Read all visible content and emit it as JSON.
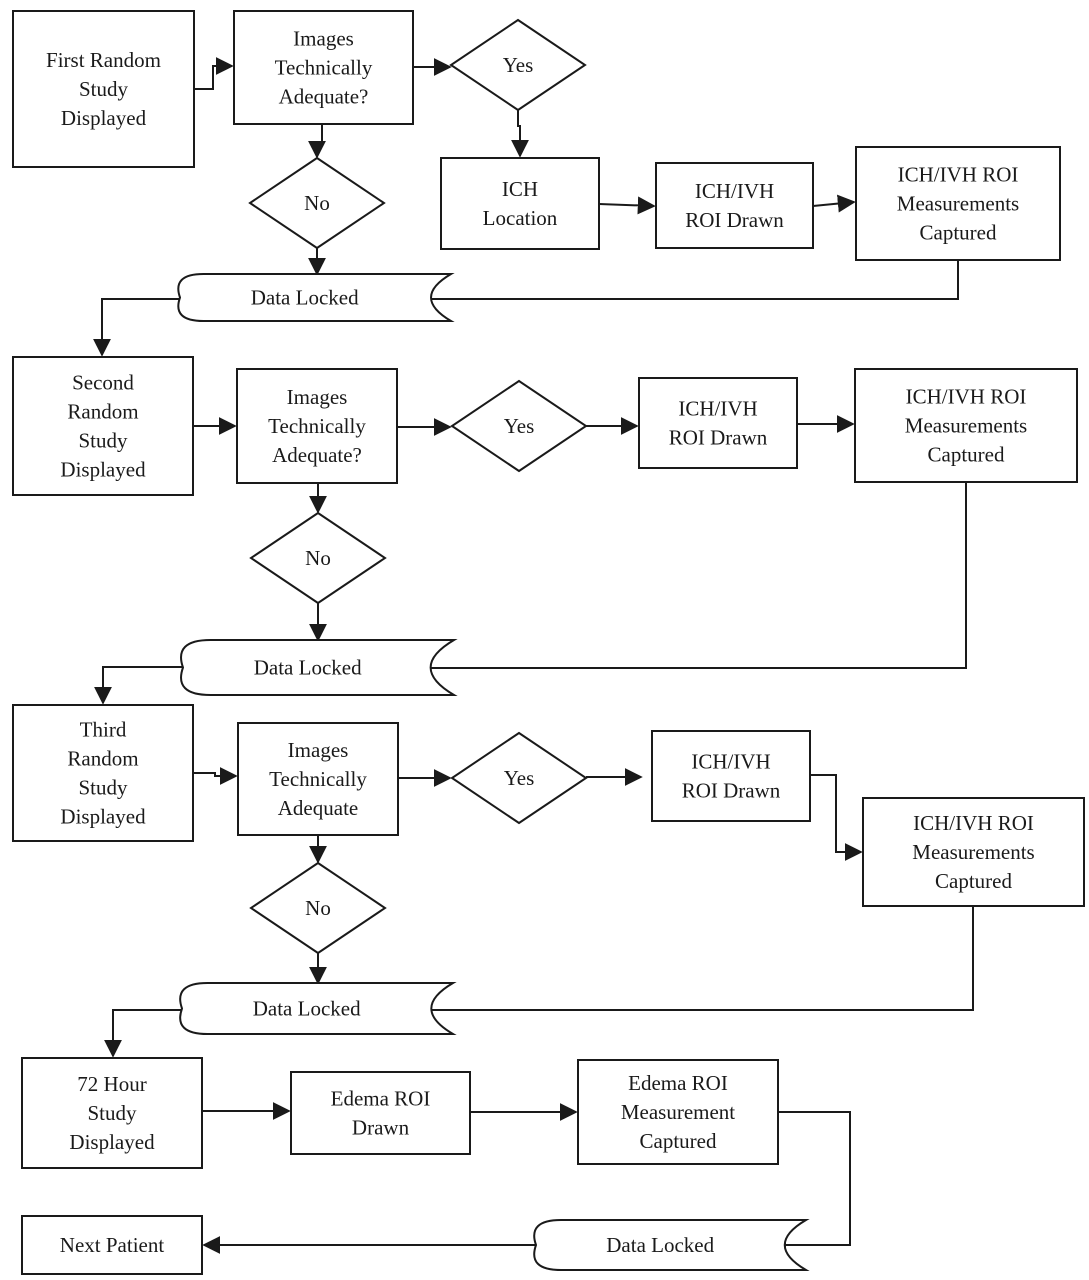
{
  "diagram": {
    "nodes": [
      {
        "id": "s1_study",
        "type": "process",
        "lines": [
          "First Random",
          "Study",
          "Displayed"
        ]
      },
      {
        "id": "s1_adequate",
        "type": "process",
        "lines": [
          "Images",
          "Technically",
          "Adequate?"
        ]
      },
      {
        "id": "s1_yes",
        "type": "decision",
        "lines": [
          "Yes"
        ]
      },
      {
        "id": "s1_no",
        "type": "decision",
        "lines": [
          "No"
        ]
      },
      {
        "id": "s1_location",
        "type": "process",
        "lines": [
          "ICH",
          "Location"
        ]
      },
      {
        "id": "s1_roi",
        "type": "process",
        "lines": [
          "ICH/IVH",
          "ROI Drawn"
        ]
      },
      {
        "id": "s1_meas",
        "type": "process",
        "lines": [
          "ICH/IVH ROI",
          "Measurements",
          "Captured"
        ]
      },
      {
        "id": "s1_locked",
        "type": "storage",
        "lines": [
          "Data Locked"
        ]
      },
      {
        "id": "s2_study",
        "type": "process",
        "lines": [
          "Second",
          "Random",
          "Study",
          "Displayed"
        ]
      },
      {
        "id": "s2_adequate",
        "type": "process",
        "lines": [
          "Images",
          "Technically",
          "Adequate?"
        ]
      },
      {
        "id": "s2_yes",
        "type": "decision",
        "lines": [
          "Yes"
        ]
      },
      {
        "id": "s2_no",
        "type": "decision",
        "lines": [
          "No"
        ]
      },
      {
        "id": "s2_roi",
        "type": "process",
        "lines": [
          "ICH/IVH",
          "ROI Drawn"
        ]
      },
      {
        "id": "s2_meas",
        "type": "process",
        "lines": [
          "ICH/IVH ROI",
          "Measurements",
          "Captured"
        ]
      },
      {
        "id": "s2_locked",
        "type": "storage",
        "lines": [
          "Data Locked"
        ]
      },
      {
        "id": "s3_study",
        "type": "process",
        "lines": [
          "Third",
          "Random",
          "Study",
          "Displayed"
        ]
      },
      {
        "id": "s3_adequate",
        "type": "process",
        "lines": [
          "Images",
          "Technically",
          "Adequate"
        ]
      },
      {
        "id": "s3_yes",
        "type": "decision",
        "lines": [
          "Yes"
        ]
      },
      {
        "id": "s3_no",
        "type": "decision",
        "lines": [
          "No"
        ]
      },
      {
        "id": "s3_roi",
        "type": "process",
        "lines": [
          "ICH/IVH",
          "ROI Drawn"
        ]
      },
      {
        "id": "s3_meas",
        "type": "process",
        "lines": [
          "ICH/IVH ROI",
          "Measurements",
          "Captured"
        ]
      },
      {
        "id": "s3_locked",
        "type": "storage",
        "lines": [
          "Data Locked"
        ]
      },
      {
        "id": "s4_study",
        "type": "process",
        "lines": [
          "72 Hour",
          "Study",
          "Displayed"
        ]
      },
      {
        "id": "s4_edema",
        "type": "process",
        "lines": [
          "Edema ROI",
          "Drawn"
        ]
      },
      {
        "id": "s4_meas",
        "type": "process",
        "lines": [
          "Edema ROI",
          "Measurement",
          "Captured"
        ]
      },
      {
        "id": "s4_locked",
        "type": "storage",
        "lines": [
          "Data Locked"
        ]
      },
      {
        "id": "next",
        "type": "process",
        "lines": [
          "Next Patient"
        ]
      }
    ],
    "edges": [
      {
        "from": "s1_study",
        "to": "s1_adequate"
      },
      {
        "from": "s1_adequate",
        "to": "s1_yes"
      },
      {
        "from": "s1_adequate",
        "to": "s1_no"
      },
      {
        "from": "s1_yes",
        "to": "s1_location"
      },
      {
        "from": "s1_location",
        "to": "s1_roi"
      },
      {
        "from": "s1_roi",
        "to": "s1_meas"
      },
      {
        "from": "s1_no",
        "to": "s1_locked"
      },
      {
        "from": "s1_meas",
        "to": "s1_locked"
      },
      {
        "from": "s1_locked",
        "to": "s2_study"
      },
      {
        "from": "s2_study",
        "to": "s2_adequate"
      },
      {
        "from": "s2_adequate",
        "to": "s2_yes"
      },
      {
        "from": "s2_adequate",
        "to": "s2_no"
      },
      {
        "from": "s2_yes",
        "to": "s2_roi"
      },
      {
        "from": "s2_roi",
        "to": "s2_meas"
      },
      {
        "from": "s2_no",
        "to": "s2_locked"
      },
      {
        "from": "s2_meas",
        "to": "s2_locked"
      },
      {
        "from": "s2_locked",
        "to": "s3_study"
      },
      {
        "from": "s3_study",
        "to": "s3_adequate"
      },
      {
        "from": "s3_adequate",
        "to": "s3_yes"
      },
      {
        "from": "s3_adequate",
        "to": "s3_no"
      },
      {
        "from": "s3_yes",
        "to": "s3_roi"
      },
      {
        "from": "s3_roi",
        "to": "s3_meas"
      },
      {
        "from": "s3_no",
        "to": "s3_locked"
      },
      {
        "from": "s3_meas",
        "to": "s3_locked"
      },
      {
        "from": "s3_locked",
        "to": "s4_study"
      },
      {
        "from": "s4_study",
        "to": "s4_edema"
      },
      {
        "from": "s4_edema",
        "to": "s4_meas"
      },
      {
        "from": "s4_meas",
        "to": "s4_locked"
      },
      {
        "from": "s4_locked",
        "to": "next"
      }
    ]
  }
}
